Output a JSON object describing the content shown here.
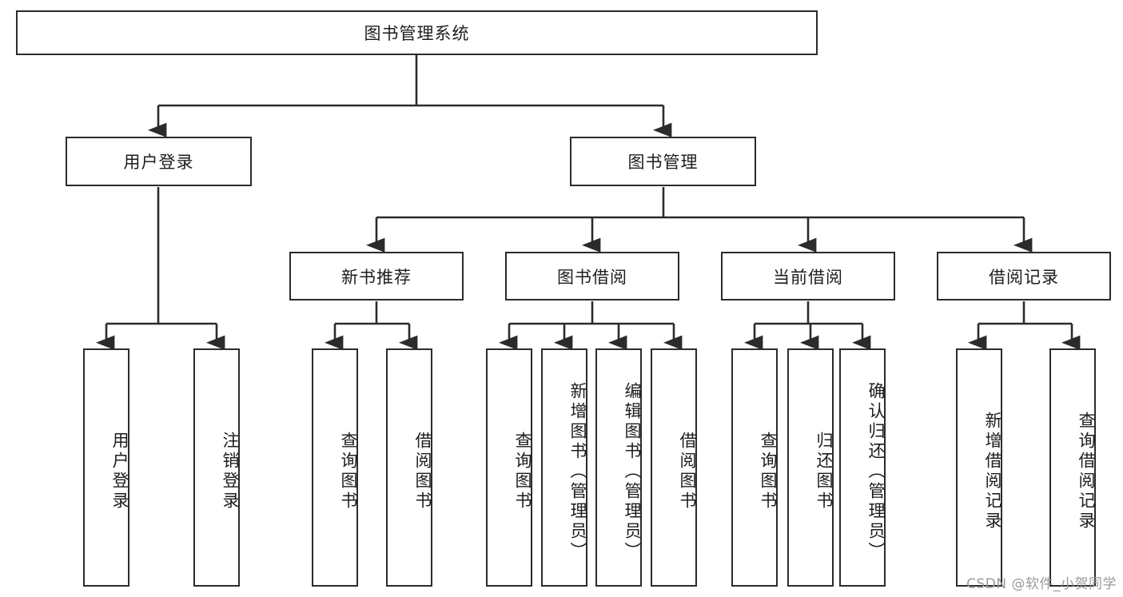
{
  "diagram": {
    "type": "tree",
    "title": "图书管理系统",
    "watermark": "CSDN @软件_小贺同学",
    "colors": {
      "box_border": "#2b2b2b",
      "box_fill": "#ffffff",
      "connector": "#2b2b2b",
      "text": "#1d1d1d",
      "watermark": "#9a9a9a"
    },
    "root": {
      "label": "图书管理系统"
    },
    "level2": [
      {
        "label": "用户登录"
      },
      {
        "label": "图书管理"
      }
    ],
    "level3": [
      {
        "label": "新书推荐"
      },
      {
        "label": "图书借阅"
      },
      {
        "label": "当前借阅"
      },
      {
        "label": "借阅记录"
      }
    ],
    "leaves": {
      "user_login": [
        {
          "label": "用户登录"
        },
        {
          "label": "注销登录"
        }
      ],
      "new_book_recommend": [
        {
          "label": "查询图书"
        },
        {
          "label": "借阅图书"
        }
      ],
      "book_borrow": [
        {
          "label": "查询图书"
        },
        {
          "label": "新增图书（管理员）"
        },
        {
          "label": "编辑图书（管理员）"
        },
        {
          "label": "借阅图书"
        }
      ],
      "current_borrow": [
        {
          "label": "查询图书"
        },
        {
          "label": "归还图书"
        },
        {
          "label": "确认归还（管理员）"
        }
      ],
      "borrow_record": [
        {
          "label": "新增借阅记录"
        },
        {
          "label": "查询借阅记录"
        }
      ]
    }
  }
}
